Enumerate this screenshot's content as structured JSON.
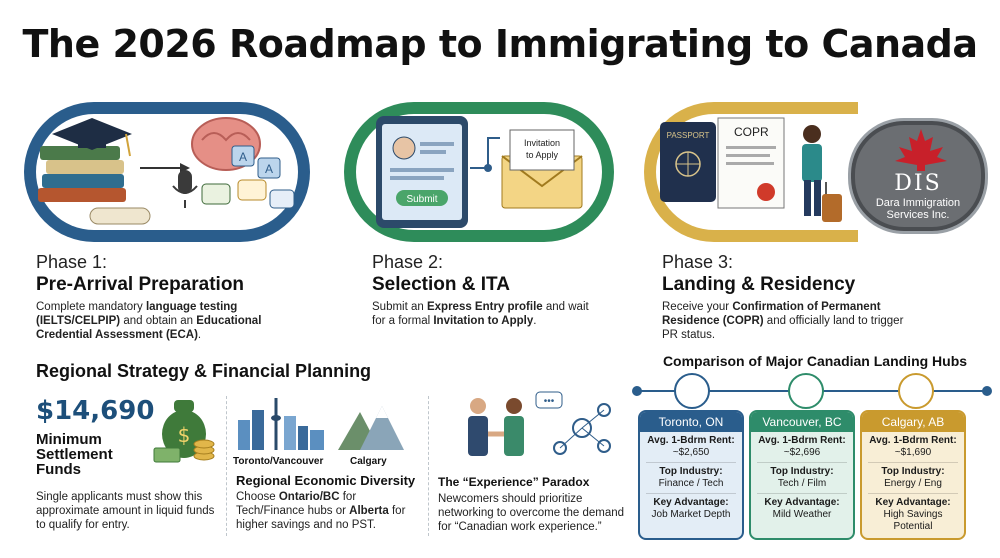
{
  "title": "The 2026 Roadmap to Immigrating to Canada",
  "phases": [
    {
      "number": "Phase 1:",
      "name": "Pre-Arrival Preparation",
      "desc_parts": [
        "Complete mandatory ",
        "language testing (IELTS/CELPIP)",
        " and obtain an ",
        "Educational Credential Assessment (ECA)",
        "."
      ],
      "color": "#2a5d8c"
    },
    {
      "number": "Phase 2:",
      "name": "Selection & ITA",
      "desc_parts": [
        "Submit an ",
        "Express Entry profile",
        " and wait for a formal ",
        "Invitation to Apply",
        "."
      ],
      "color": "#2e8c5a",
      "illus": {
        "submit_label": "Submit",
        "invitation_label": "Invitation to Apply"
      }
    },
    {
      "number": "Phase 3:",
      "name": "Landing & Residency",
      "desc_parts": [
        "Receive your ",
        "Confirmation of Permanent Residence (COPR)",
        " and officially land to trigger PR status.",
        "",
        ""
      ],
      "color": "#d9b14a",
      "illus": {
        "passport_label": "PASSPORT",
        "copr_label": "COPR"
      }
    }
  ],
  "logo": {
    "abbr": "DIS",
    "line1": "Dara Immigration",
    "line2": "Services Inc."
  },
  "regional": {
    "title": "Regional Strategy & Financial Planning",
    "amount": "$14,690",
    "amount_label": "Minimum Settlement Funds",
    "amount_desc": "Single applicants must show this approximate amount in liquid funds to qualify for entry.",
    "city_caption_1": "Toronto/Vancouver",
    "city_caption_2": "Calgary",
    "diversity_title": "Regional Economic Diversity",
    "diversity_parts": [
      "Choose ",
      "Ontario/BC",
      " for Tech/Finance hubs or ",
      "Alberta",
      " for higher savings and no PST."
    ],
    "experience_title": "The “Experience” Paradox",
    "experience_desc": "Newcomers should prioritize networking to overcome the demand for “Canadian work experience.”"
  },
  "comparison": {
    "title": "Comparison of Major Canadian Landing Hubs",
    "rent_key": "Avg. 1-Bdrm Rent:",
    "industry_key": "Top Industry:",
    "advantage_key": "Key Advantage:",
    "cities": [
      {
        "name": "Toronto, ON",
        "rent": "~$2,650",
        "industry": "Finance / Tech",
        "advantage": "Job Market Depth",
        "color": "#2a5d8c",
        "bg": "#e3edf6"
      },
      {
        "name": "Vancouver, BC",
        "rent": "~$2,696",
        "industry": "Tech / Film",
        "advantage": "Mild Weather",
        "color": "#2e8c6a",
        "bg": "#e2f1ea"
      },
      {
        "name": "Calgary, AB",
        "rent": "~$1,690",
        "industry": "Energy / Eng",
        "advantage": "High Savings Potential",
        "color": "#c99a2e",
        "bg": "#f8eed6"
      }
    ]
  }
}
